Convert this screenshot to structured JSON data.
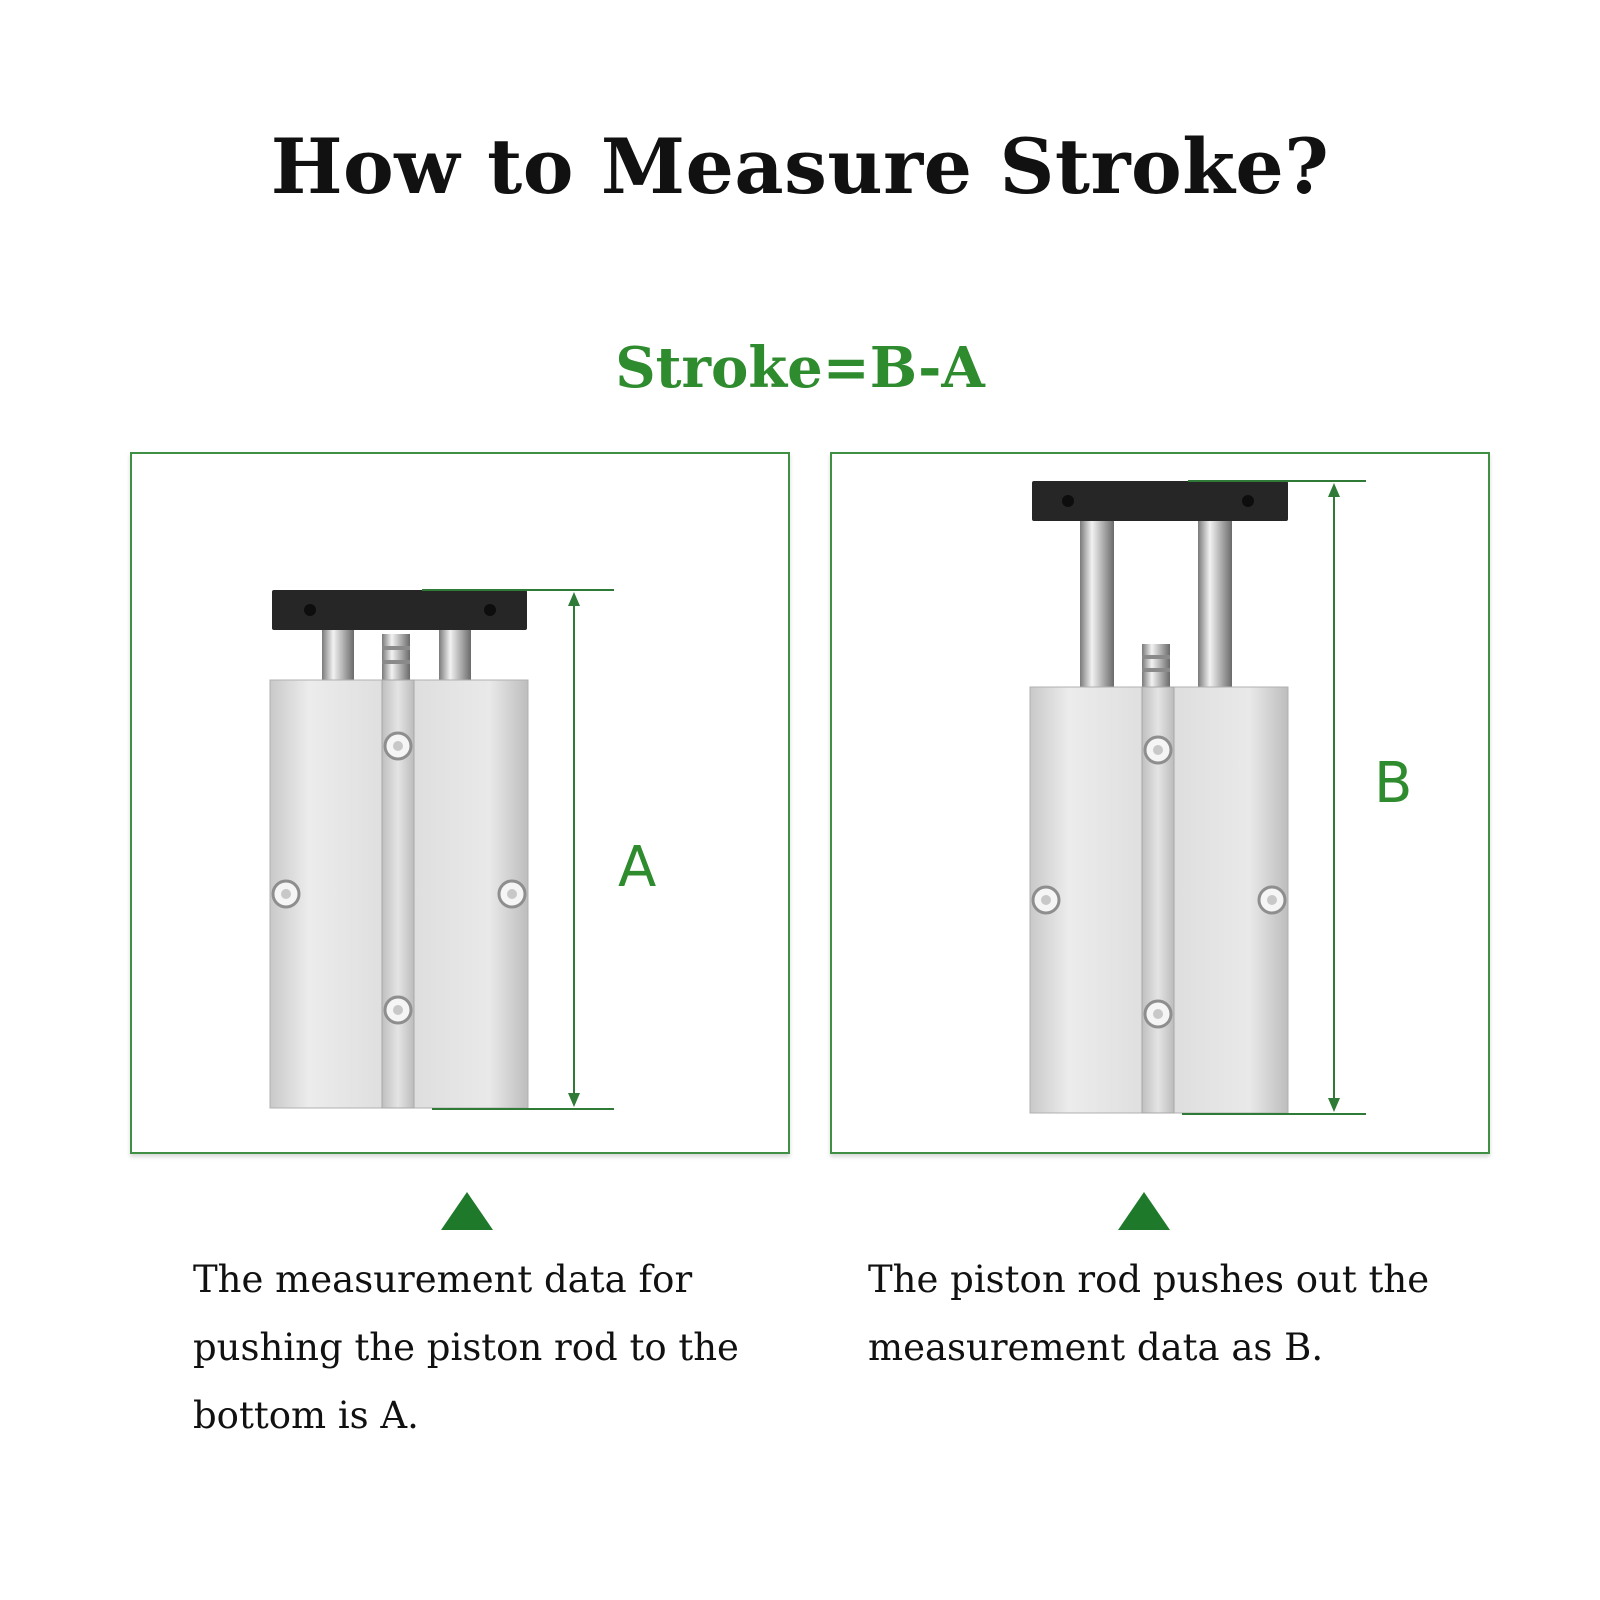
{
  "title": "How to Measure Stroke?",
  "formula": "Stroke=B-A",
  "panels": [
    {
      "dimension_label": "A",
      "state": "rod retracted",
      "caption": "The measurement data for pushing the piston rod to the bottom is A."
    },
    {
      "dimension_label": "B",
      "state": "rod extended",
      "caption": "The piston rod pushes out the measurement data as B."
    }
  ],
  "colors": {
    "accent_green": "#2e8b2e",
    "frame_green": "#3f8f44",
    "pointer_green": "#1e7a2a",
    "plate_black": "#262626",
    "body_aluminium": "#d8d8d8"
  }
}
